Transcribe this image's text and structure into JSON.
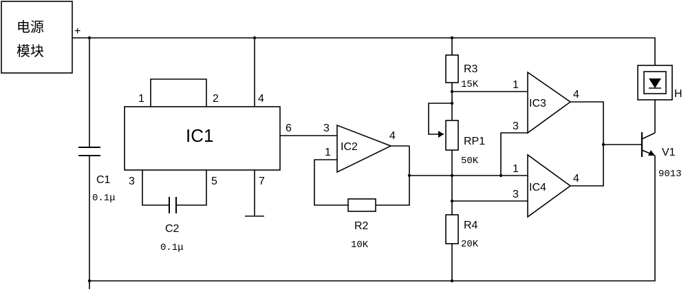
{
  "power_module": {
    "line1": "电源",
    "line2": "模块",
    "plus": "+"
  },
  "ic1": {
    "label": "IC1",
    "pins": [
      "1",
      "2",
      "4",
      "6",
      "3",
      "5",
      "7"
    ]
  },
  "ic2": {
    "label": "IC2",
    "pin_in_plus": "3",
    "pin_in_minus": "1",
    "pin_out": "4"
  },
  "ic3": {
    "label": "IC3",
    "pin_a": "1",
    "pin_b": "3",
    "pin_out": "4"
  },
  "ic4": {
    "label": "IC4",
    "pin_a": "1",
    "pin_b": "3",
    "pin_out": "4"
  },
  "c1": {
    "name": "C1",
    "value": "0.1μ"
  },
  "c2": {
    "name": "C2",
    "value": "0.1μ"
  },
  "r2": {
    "name": "R2",
    "value": "10K"
  },
  "r3": {
    "name": "R3",
    "value": "15K"
  },
  "r4": {
    "name": "R4",
    "value": "20K"
  },
  "rp1": {
    "name": "RP1",
    "value": "50K"
  },
  "v1": {
    "name": "V1",
    "value": "9013"
  },
  "h": {
    "name": "H"
  }
}
